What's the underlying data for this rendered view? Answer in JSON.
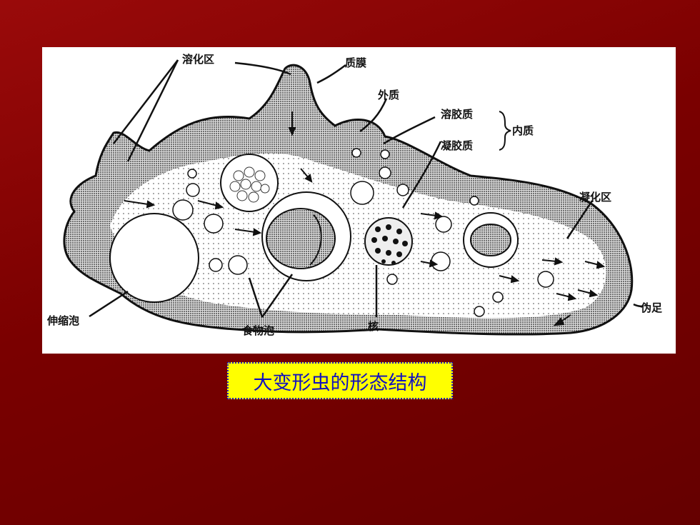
{
  "diagram": {
    "labels": {
      "dissolution_zone": "溶化区",
      "plasma_membrane": "质膜",
      "ectoplasm": "外质",
      "plasmasol": "溶胶质",
      "plasmagel": "凝胶质",
      "endoplasm": "内质",
      "gelation_zone": "凝化区",
      "contractile_vacuole": "伸缩泡",
      "food_vacuole": "食物泡",
      "nucleus": "核",
      "pseudopod": "伪足"
    }
  },
  "caption": "大变形虫的形态结构",
  "colors": {
    "background": "#6e0000",
    "caption_bg": "#ffff00",
    "caption_text": "#1010c0"
  }
}
